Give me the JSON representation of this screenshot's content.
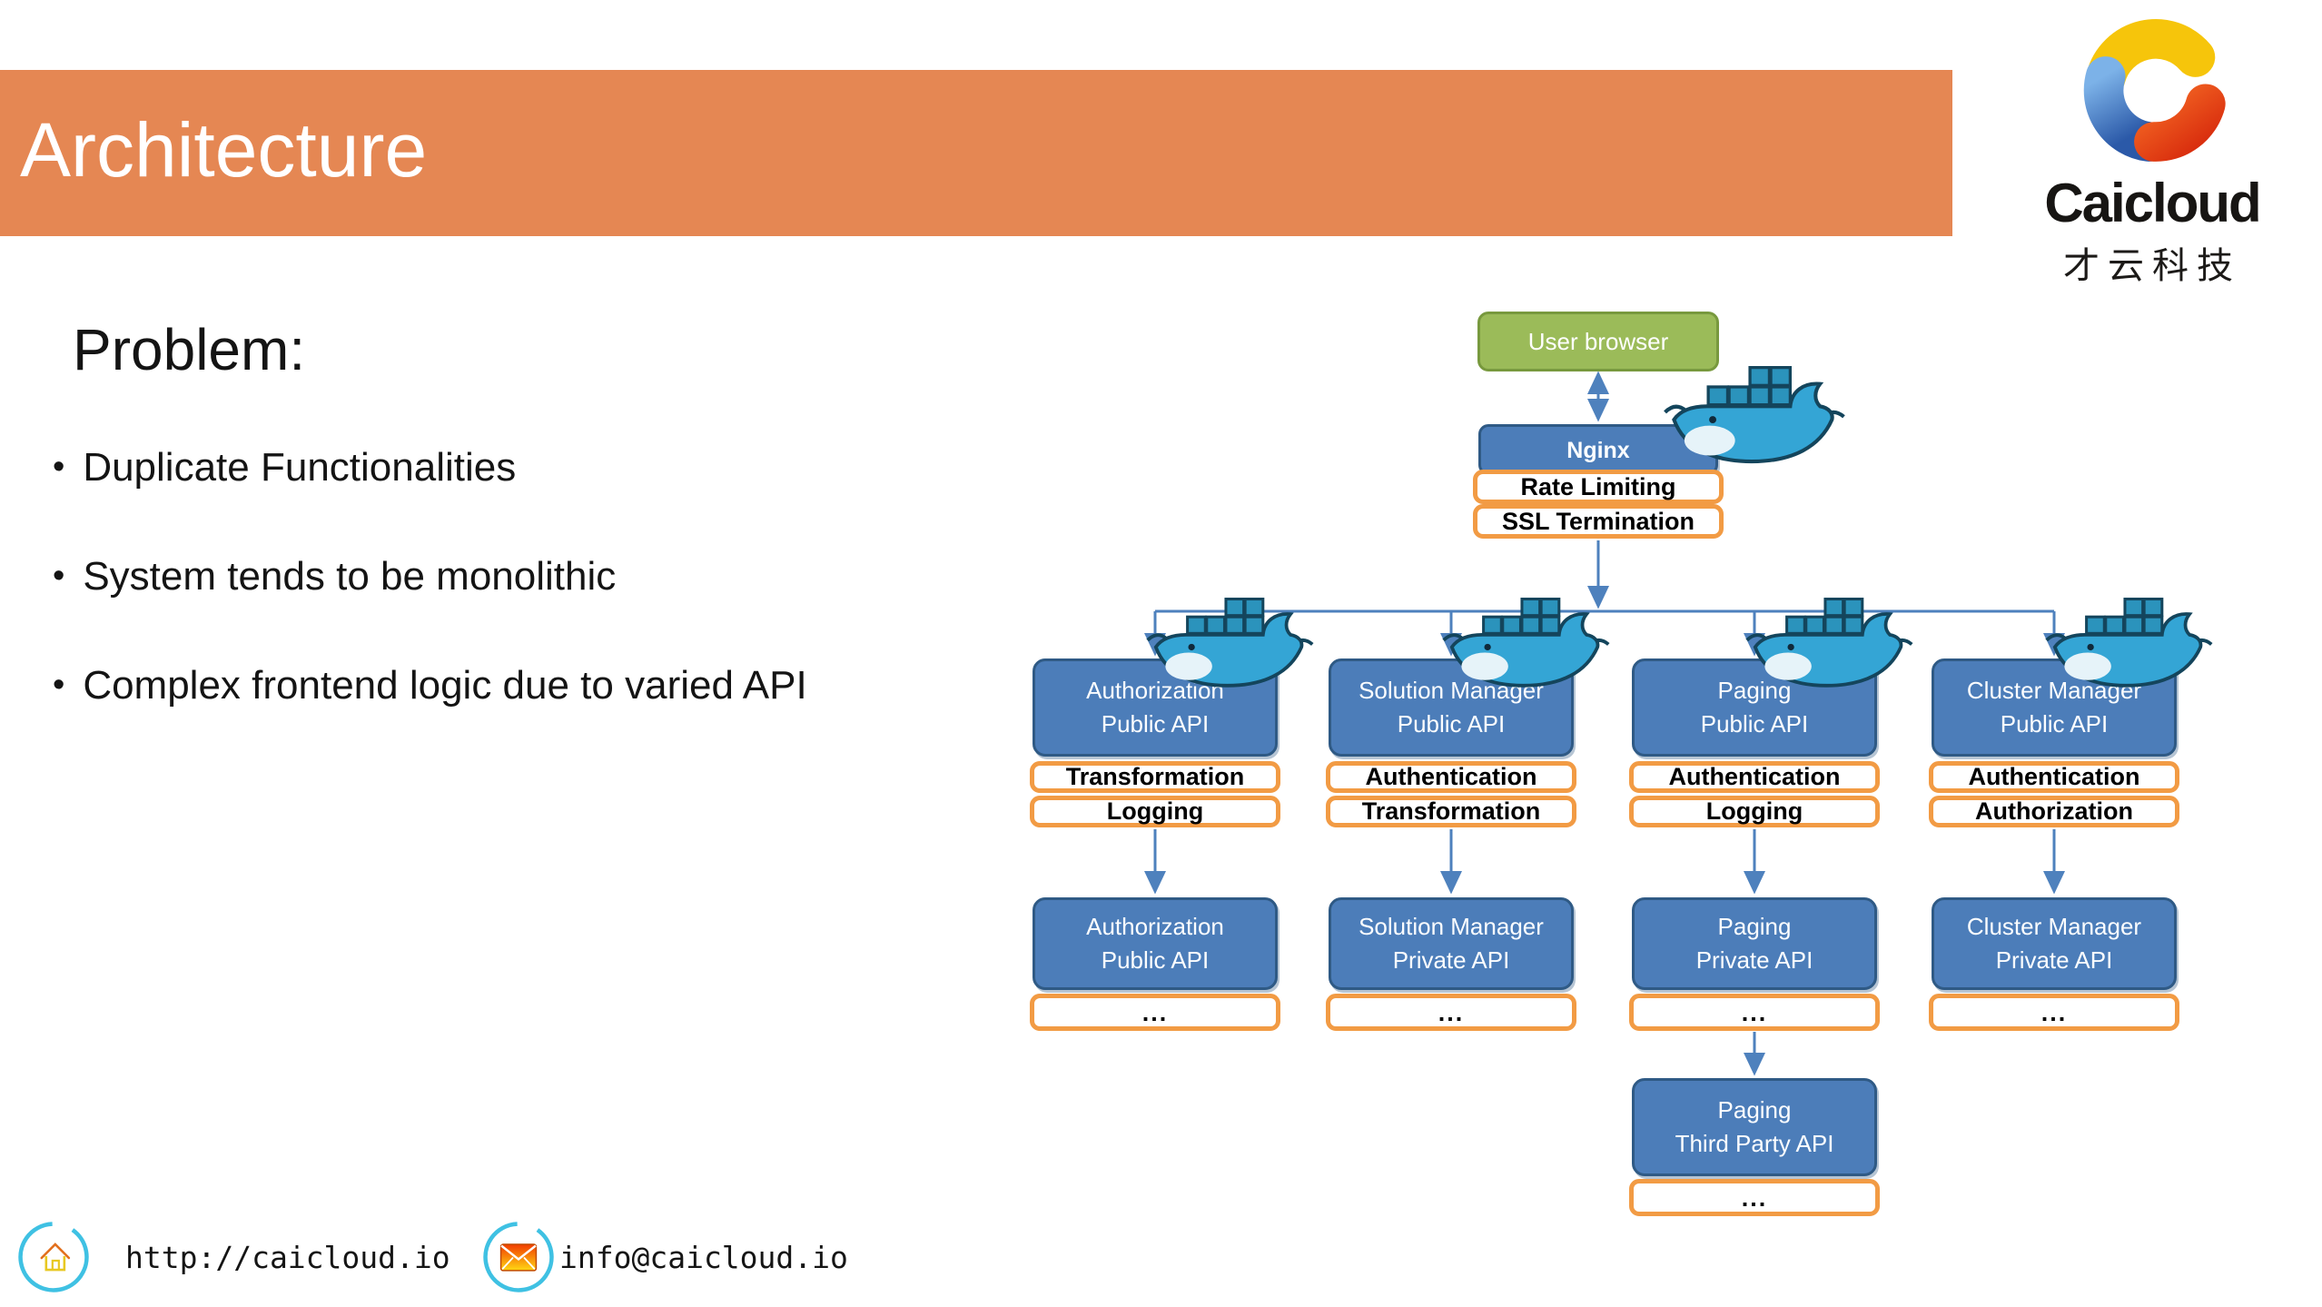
{
  "slide": {
    "title": "Architecture"
  },
  "logo": {
    "brand": "Caicloud",
    "brand_cn": "才云科技"
  },
  "problem": {
    "heading": "Problem:",
    "bullets": [
      "Duplicate Functionalities",
      "System tends to be monolithic",
      "Complex frontend logic due to varied API"
    ]
  },
  "diagram": {
    "user_browser": "User browser",
    "nginx": {
      "title": "Nginx",
      "features": [
        "Rate Limiting",
        "SSL Termination"
      ]
    },
    "columns": [
      {
        "public": {
          "line1": "Authorization",
          "line2": "Public API"
        },
        "public_features": [
          "Transformation",
          "Logging"
        ],
        "private": {
          "line1": "Authorization",
          "line2": "Public API"
        },
        "private_features": [
          "..."
        ]
      },
      {
        "public": {
          "line1": "Solution Manager",
          "line2": "Public API"
        },
        "public_features": [
          "Authentication",
          "Transformation"
        ],
        "private": {
          "line1": "Solution Manager",
          "line2": "Private API"
        },
        "private_features": [
          "..."
        ]
      },
      {
        "public": {
          "line1": "Paging",
          "line2": "Public API"
        },
        "public_features": [
          "Authentication",
          "Logging"
        ],
        "private": {
          "line1": "Paging",
          "line2": "Private API"
        },
        "private_features": [
          "..."
        ],
        "third_party": {
          "line1": "Paging",
          "line2": "Third Party API"
        },
        "third_party_features": [
          "..."
        ]
      },
      {
        "public": {
          "line1": "Cluster Manager",
          "line2": "Public API"
        },
        "public_features": [
          "Authentication",
          "Authorization"
        ],
        "private": {
          "line1": "Cluster Manager",
          "line2": "Private API"
        },
        "private_features": [
          "..."
        ]
      }
    ],
    "colors": {
      "banner_orange": "#E58753",
      "node_blue": "#4C7DB9",
      "node_blue_border": "#2F5A85",
      "node_green": "#9BBB59",
      "feature_border": "#F29B44",
      "connector_blue": "#4E81BD"
    }
  },
  "footer": {
    "url": "http://caicloud.io",
    "email": "info@caicloud.io"
  }
}
